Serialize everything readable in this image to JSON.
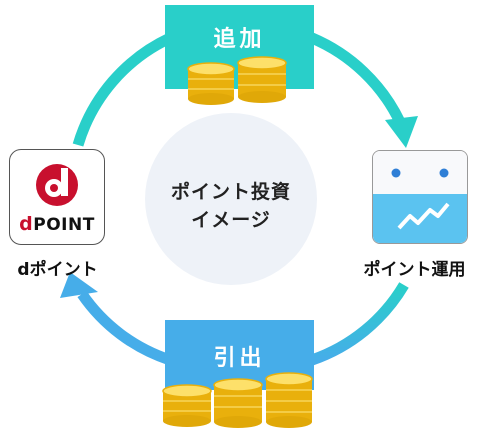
{
  "center": {
    "line1": "ポイント投資",
    "line2": "イメージ"
  },
  "add_box": {
    "label": "追加"
  },
  "withdraw_box": {
    "label": "引出"
  },
  "dpoint": {
    "logo_d": "d",
    "logo_text_d": "d",
    "logo_text_rest": "POINT",
    "caption": "dポイント"
  },
  "investment": {
    "caption": "ポイント運用"
  },
  "colors": {
    "teal": "#29cfc9",
    "blue": "#46ade9",
    "brand_red": "#c8102e",
    "coin_gold": "#f5c518"
  }
}
